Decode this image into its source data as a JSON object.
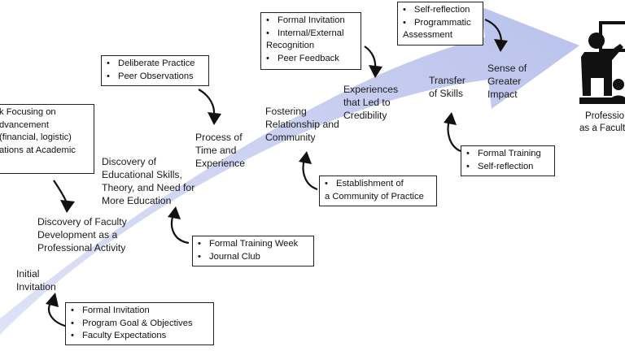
{
  "stages": [
    "Initial Invitation",
    "Discovery of Faculty Development as a Professional Activity",
    "Discovery of Educational Skills, Theory, and Need for More Education",
    "Process of Time and Experience",
    "Fostering Relationship and Community",
    "Experiences that Led to Credibility",
    "Transfer of Skills",
    "Sense of Greater Impact"
  ],
  "boxes": {
    "initial": [
      "Formal Invitation",
      "Program Goal & Objectives",
      "Faculty Expectations"
    ],
    "work_focus": [
      "k Focusing on",
      "dvancement",
      "(financial, logistic)",
      "ations at Academic"
    ],
    "training_week": [
      "Formal Training Week",
      "Journal Club"
    ],
    "deliberate": [
      "Deliberate Practice",
      "Peer Observations"
    ],
    "community": [
      "Establishment of",
      "a Community of Practice"
    ],
    "credibility": [
      "Formal Invitation",
      "Internal/External",
      "Recognition",
      "Peer Feedback"
    ],
    "transfer": [
      "Formal Training",
      "Self-reflection"
    ],
    "impact": [
      "Self-reflection",
      "Programmatic",
      "Assessment"
    ]
  },
  "end_label": [
    "Professio",
    "as a Faculty"
  ],
  "icon": "teacher-presenting-icon",
  "colors": {
    "arrow_fill": "#c9cfee",
    "text": "#1a1a1a",
    "border": "#222222",
    "icon": "#111111"
  }
}
